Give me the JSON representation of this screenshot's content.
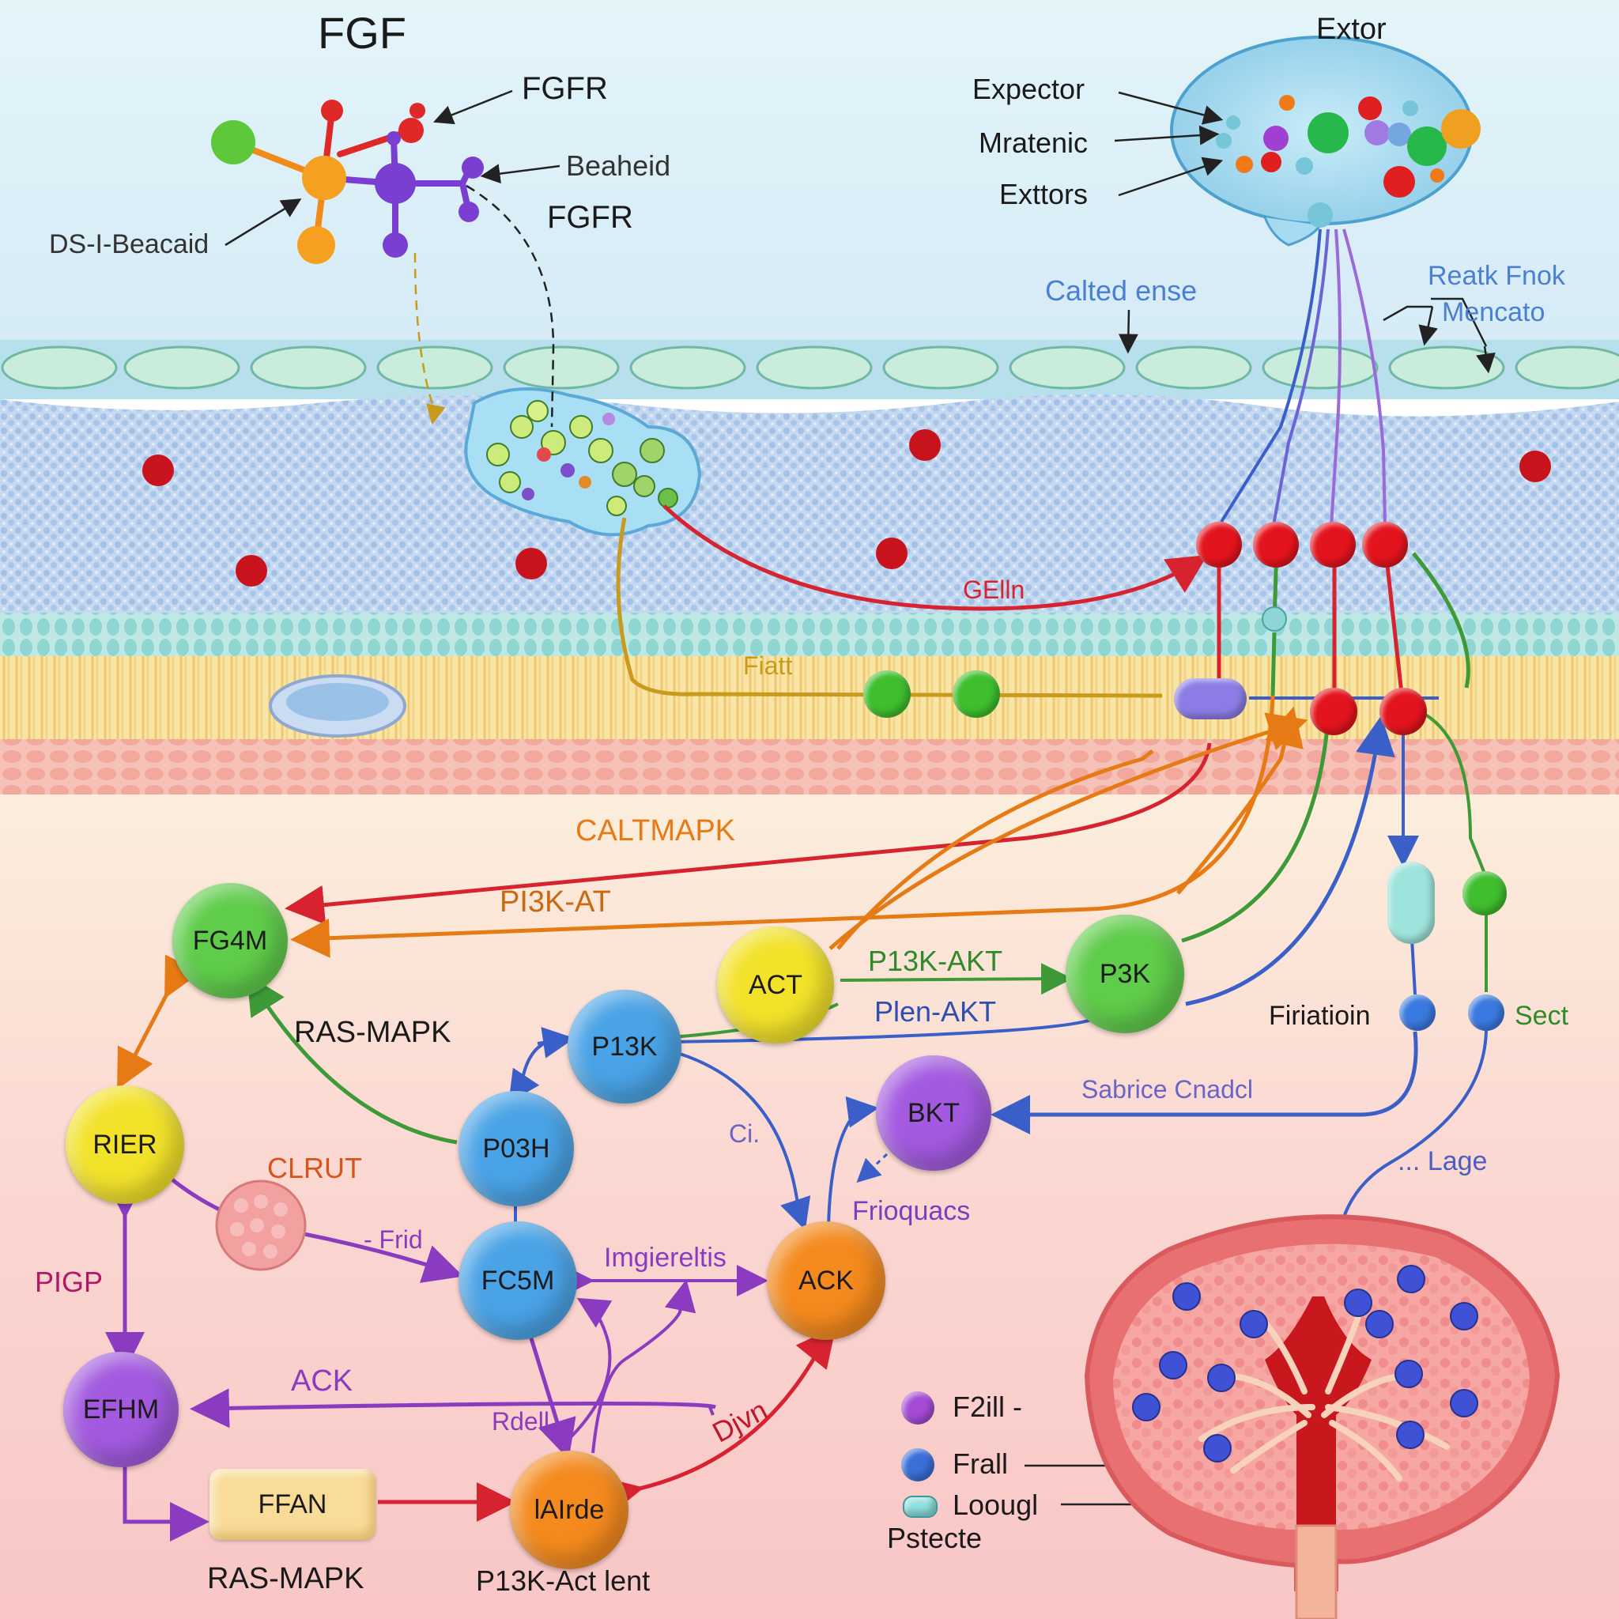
{
  "labels": {
    "fgf_title": "FGF",
    "fgfr_top": "FGFR",
    "beacheid": "Beaheid",
    "fgfr_mid": "FGFR",
    "ds_beacaid": "DS-I-Beacaid",
    "extor": "Extor",
    "expector": "Expector",
    "mratenic": "Mratenic",
    "exttors": "Exttors",
    "calted": "Calted ense",
    "reatk": "Reatk Fnok",
    "mencato": "Mencato",
    "gelln": "GElln",
    "fiatt": "Fiatt",
    "caltmapk": "CALTMAPK",
    "pi3k_at": "PI3K-AT",
    "p13k_akt": "P13K-AKT",
    "plen_akt": "Plen-AKT",
    "ras_mapk_mid": "RAS-MAPK",
    "firiation": "Firiatioin",
    "sect": "Sect",
    "sabrice": "Sabrice Cnadcl",
    "ci": "Ci.",
    "lage": "... Lage",
    "frioquacs": "Frioquacs",
    "clrut": "CLRUT",
    "frid": "- Frid",
    "imgiereltis": "Imgiereltis",
    "pigp": "PIGP",
    "ack_label": "ACK",
    "rdell": "Rdell",
    "djvn": "Djvn",
    "ras_mapk_bottom": "RAS-MAPK",
    "pi3k_act_lent": "P13K-Act lent",
    "pstecte": "Pstecte"
  },
  "legend": [
    {
      "label": "F2ill -",
      "color": "#a64bd6"
    },
    {
      "label": "Frall",
      "color": "#3a6fd8"
    },
    {
      "label": "Loougl",
      "color": "#8fe0de"
    }
  ],
  "nodes": {
    "fg4m": {
      "label": "FG4M",
      "color": "#5fcc4a"
    },
    "act_yellow": {
      "label": "ACT",
      "color": "#f3e22a"
    },
    "p3k": {
      "label": "P3K",
      "color": "#5fcc4a"
    },
    "p13k": {
      "label": "P13K",
      "color": "#4aa3e6"
    },
    "rier": {
      "label": "RIER",
      "color": "#f3e22a"
    },
    "p03h": {
      "label": "P03H",
      "color": "#4aa3e6"
    },
    "bkt": {
      "label": "BKT",
      "color": "#a35ae0"
    },
    "fc5m": {
      "label": "FC5M",
      "color": "#4aa3e6"
    },
    "ack_orange": {
      "label": "ACK",
      "color": "#f48a1e"
    },
    "efhm": {
      "label": "EFHM",
      "color": "#a35ae0"
    },
    "ffan": {
      "label": "FFAN",
      "color": "#f8dc98"
    },
    "lairde": {
      "label": "lAIrde",
      "color": "#f48a1e"
    }
  }
}
